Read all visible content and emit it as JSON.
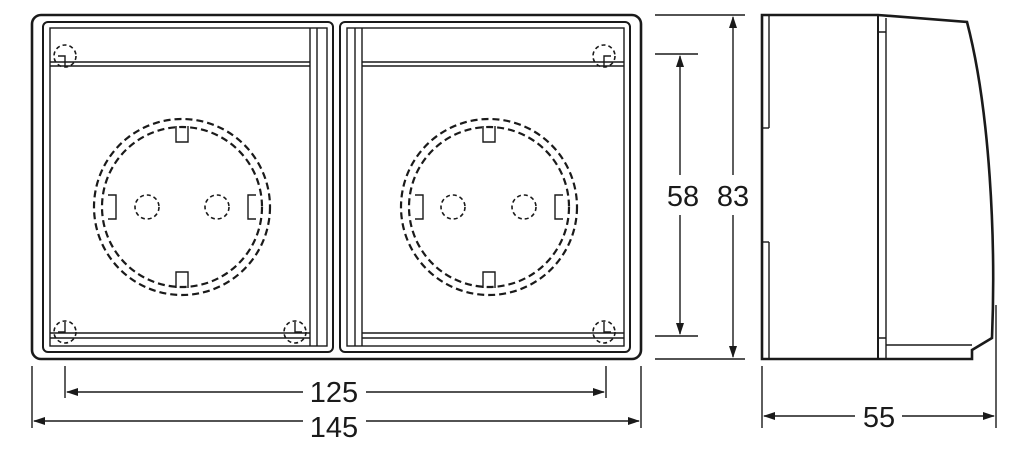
{
  "dimensions": {
    "inner_width": "125",
    "outer_width": "145",
    "inner_height": "58",
    "outer_height": "83",
    "depth": "55"
  }
}
